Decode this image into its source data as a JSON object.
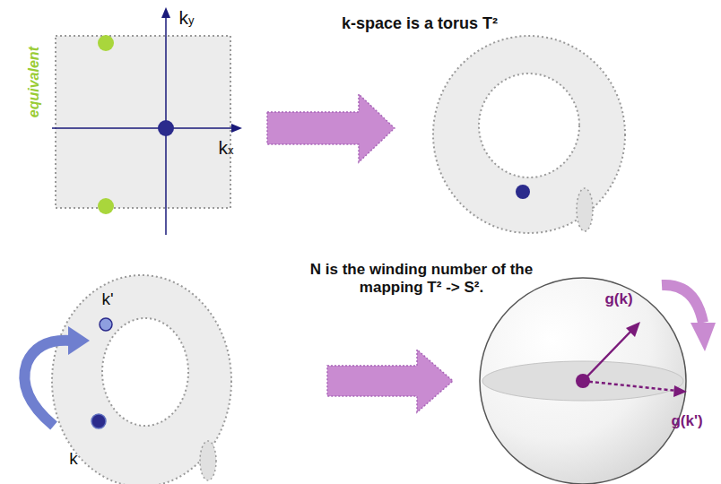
{
  "diagram": {
    "title": "k-space is a torus T²",
    "labels": [
      "equivalent",
      "ky",
      "kx",
      "N is the winding number of the mapping T² -> S².",
      "k'",
      "k",
      "g(k)",
      "g(k')"
    ]
  }
}
